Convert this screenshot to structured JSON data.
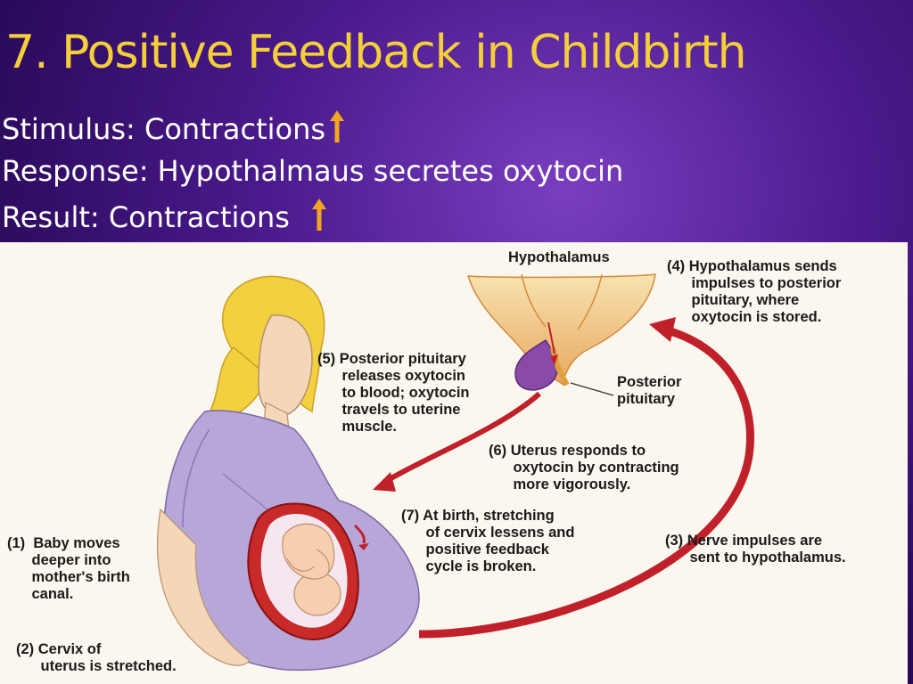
{
  "slide": {
    "title": "7. Positive Feedback in Childbirth",
    "lines": [
      {
        "text": "Stimulus: Contractions",
        "arrow": true
      },
      {
        "text": "Response: Hypothalmaus secretes oxytocin",
        "arrow": false
      },
      {
        "text": "Result: Contractions ",
        "arrow": true
      }
    ]
  },
  "diagram": {
    "labels": {
      "hypothalamus": "Hypothalamus",
      "posterior_pituitary": "Posterior\npituitary",
      "step1": "(1)  Baby moves\n      deeper into\n      mother's birth\n      canal.",
      "step2": "(2) Cervix of\n      uterus is stretched.",
      "step3": "(3) Nerve impulses are\n      sent to hypothalamus.",
      "step4": "(4) Hypothalamus sends\n      impulses to posterior\n      pituitary, where\n      oxytocin is stored.",
      "step5": "(5) Posterior pituitary\n      releases oxytocin\n      to blood; oxytocin\n      travels to uterine\n      muscle.",
      "step6": "(6) Uterus responds to\n      oxytocin by contracting\n      more vigorously.",
      "step7": "(7) At birth, stretching\n      of cervix lessens and\n      positive feedback\n      cycle is broken."
    }
  },
  "colors": {
    "title": "#f4cf3a",
    "arrow_orange": "#f2a81c",
    "feedback_arrow": "#c0202a",
    "background": "#4a1a8c"
  },
  "icons": [
    "up-arrow-icon",
    "feedback-arrow-icon"
  ]
}
